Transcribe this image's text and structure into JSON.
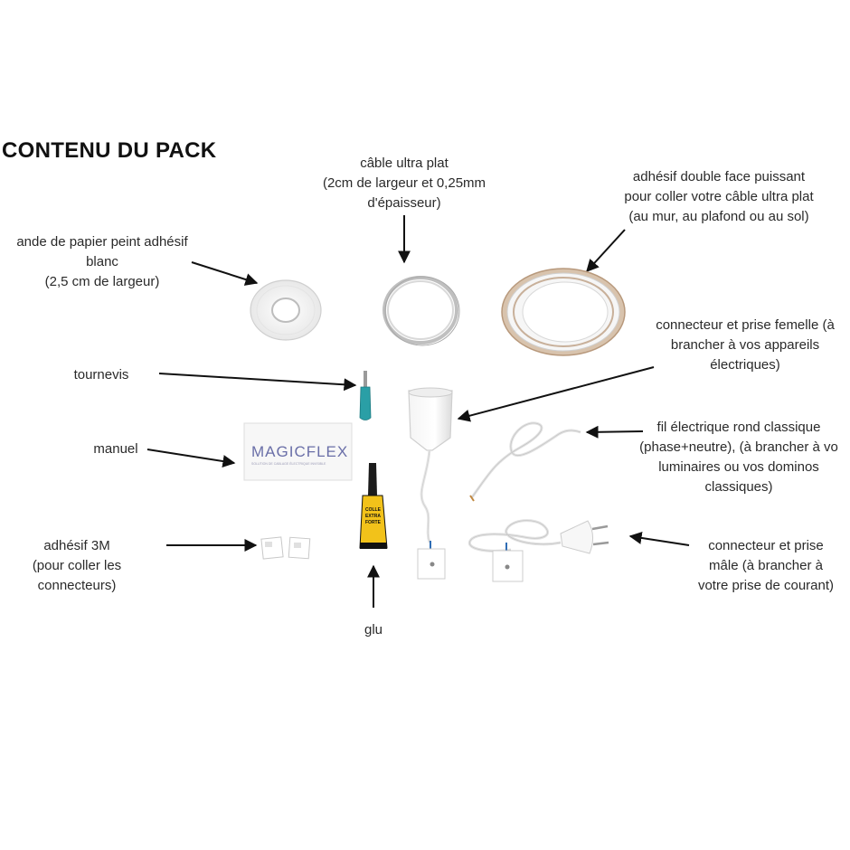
{
  "title": "CONTENU DU PACK",
  "labels": {
    "cable": "câble ultra plat\n(2cm de largeur et 0,25mm\nd'épaisseur)",
    "double_face": "adhésif double face puissant\npour coller votre câble ultra plat\n(au mur, au plafond ou au sol)",
    "bande": "ande de papier peint adhésif\nblanc\n(2,5 cm de largeur)",
    "femelle": "connecteur et prise femelle (à\nbrancher à vos appareils\nélectriques)",
    "tournevis": "tournevis",
    "manuel": "manuel",
    "fil": "fil électrique rond classique\n(phase+neutre), (à brancher à vo\nluminaires ou vos dominos\nclassiques)",
    "adhesif3m": "adhésif 3M\n(pour coller les\nconnecteurs)",
    "male": "connecteur et prise\nmâle (à brancher à\nvotre prise de courant)",
    "glu": "glu"
  },
  "product": {
    "manual_brand": "MAGICFLEX",
    "manual_tagline": "SOLUTION DE CABLAGE ÉLECTRIQUE INVISIBLE"
  },
  "colors": {
    "arrow": "#111111",
    "brand": "#6a6fa8",
    "tape_core": "#c9a98a",
    "glue_yellow": "#f2c21a",
    "connector_blue": "#2f6db5"
  }
}
